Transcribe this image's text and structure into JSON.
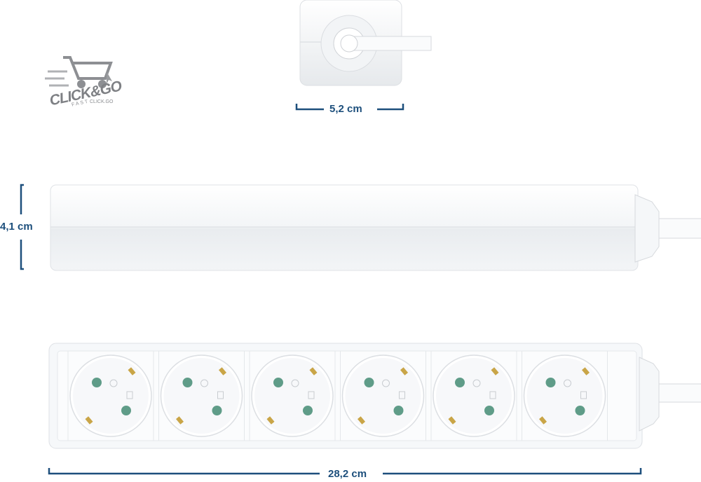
{
  "logo": {
    "brand_text": "CLICK&GO",
    "sub_text": "FAST",
    "small_text": "CLICK.GO"
  },
  "dimensions": {
    "depth_label": "5,2 cm",
    "height_label": "4,1 cm",
    "length_label": "28,2 cm"
  },
  "product": {
    "socket_count": 6,
    "colors": {
      "dimension_line": "#1d4f7c",
      "housing": "#f4f6f8",
      "pins": "#5f9c88",
      "contacts": "#c9a547"
    }
  }
}
